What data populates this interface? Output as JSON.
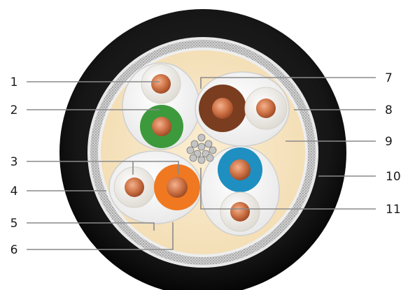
{
  "diagram": {
    "left_callouts": [
      "1",
      "2",
      "3",
      "4",
      "5",
      "6"
    ],
    "right_callouts": [
      "7",
      "8",
      "9",
      "10",
      "11"
    ],
    "colors": {
      "jacket": "#141414",
      "filler": "#f7e6c2",
      "braid": "#c2c2c2",
      "copper": "#c86e45",
      "pair_green": "#3c9a3c",
      "pair_brown": "#7a3d1f",
      "pair_orange": "#f07820",
      "pair_blue": "#1e8fc0",
      "pair_white": "#f5f3ef",
      "pair_foil": "#f2f2f2"
    }
  }
}
